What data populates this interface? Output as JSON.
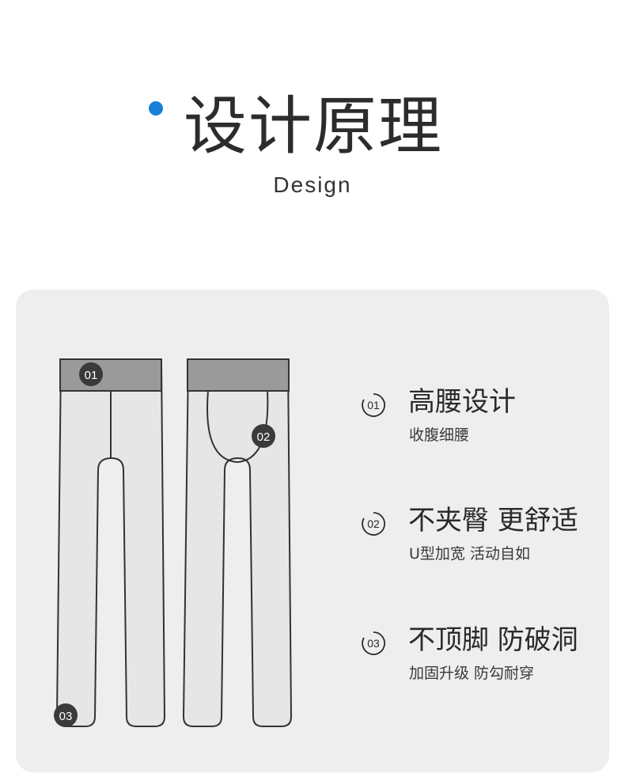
{
  "header": {
    "title": "设计原理",
    "subtitle": "Design",
    "accent_color": "#1a7fd6"
  },
  "diagram": {
    "markers": [
      "01",
      "02",
      "03"
    ],
    "waistband_color": "#9a9a9a",
    "garment_color": "#e6e6e6",
    "outline_color": "#333333"
  },
  "features": [
    {
      "number": "01",
      "title": "高腰设计",
      "desc": "收腹细腰",
      "icon": "numbered-badge-icon"
    },
    {
      "number": "02",
      "title": "不夹臀 更舒适",
      "desc": "U型加宽 活动自如",
      "icon": "numbered-badge-icon"
    },
    {
      "number": "03",
      "title": "不顶脚 防破洞",
      "desc": "加固升级 防勾耐穿",
      "icon": "numbered-badge-icon"
    }
  ]
}
